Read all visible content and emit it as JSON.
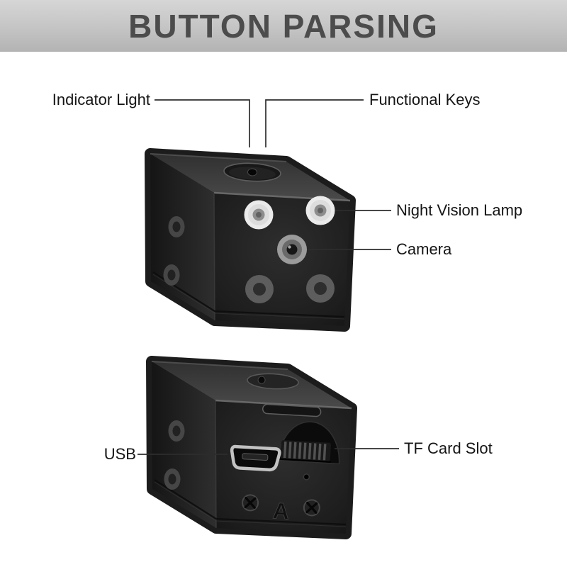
{
  "header": {
    "title": "BUTTON PARSING"
  },
  "callouts": {
    "indicator_light": "Indicator Light",
    "functional_keys": "Functional Keys",
    "night_vision_lamp": "Night Vision Lamp",
    "camera": "Camera",
    "usb": "USB",
    "tf_card_slot": "TF Card Slot"
  },
  "markings": {
    "back_plate_letter": "A"
  },
  "colors": {
    "header_text": "#4c4c4c",
    "header_bg": "#c4c4c4",
    "label_text": "#151515",
    "callout_line": "#2d2d2d",
    "device_body": "#1c1c1c",
    "lamp_white": "#ebebeb"
  }
}
